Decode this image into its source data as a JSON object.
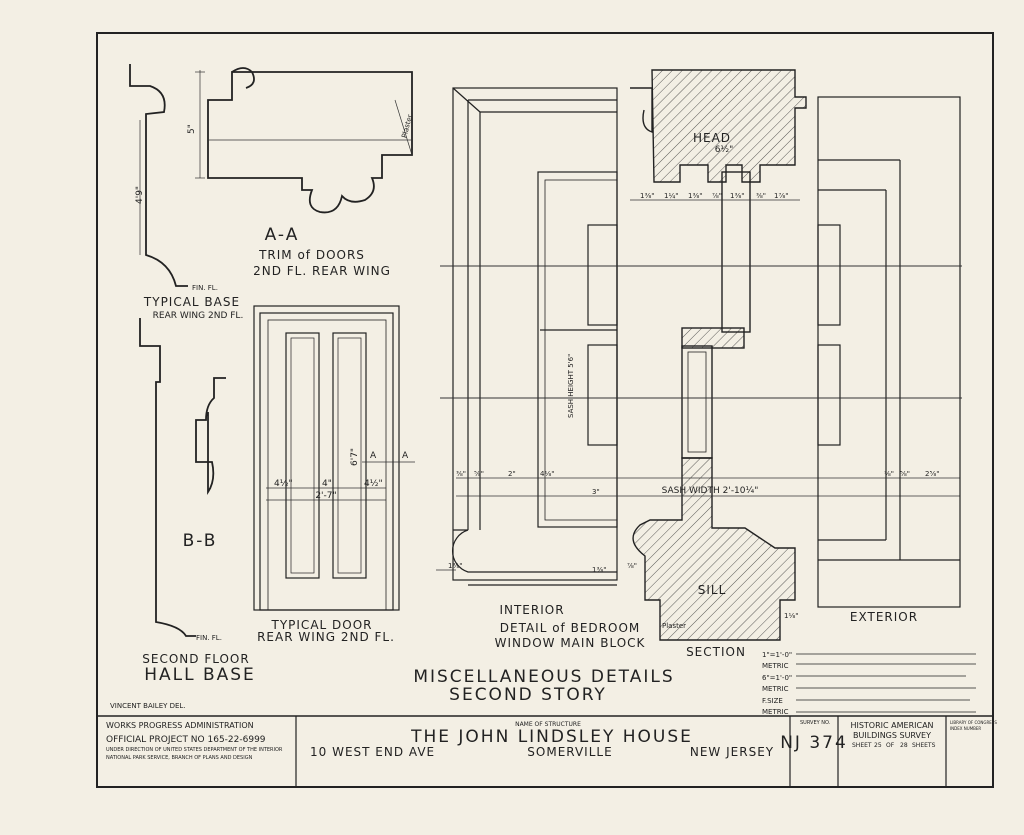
{
  "views": {
    "aa": {
      "title": "A-A",
      "line1": "TRIM of DOORS",
      "line2": "2ND FL. REAR WING"
    },
    "typical_base": {
      "line1": "TYPICAL BASE",
      "line2": "REAR WING 2ND FL."
    },
    "bb": {
      "title": "B-B"
    },
    "hall_base": {
      "line1": "SECOND FLOOR",
      "line2": "HALL BASE"
    },
    "typical_door": {
      "line1": "TYPICAL DOOR",
      "line2": "REAR WING 2ND FL."
    },
    "interior": "INTERIOR",
    "detail": {
      "line1": "DETAIL of BEDROOM",
      "line2": "WINDOW MAIN BLOCK"
    },
    "section": "SECTION",
    "exterior": "EXTERIOR",
    "head": "HEAD",
    "sill": "SILL",
    "plaster": "Plaster",
    "fin_fl": "FIN. FL.",
    "sash_height": "SASH HEIGHT 5'6\"",
    "sash_width": "SASH WIDTH 2'-10¼\""
  },
  "dims": {
    "head_width": "6½\"",
    "door_width": "2'-7\"",
    "door_height": "6'7\"",
    "base_height": "4'9\"",
    "trim": "5\"",
    "stile_l": "4½\"",
    "panel_gap": "4\"",
    "stile_r": "4½\"",
    "head_row": [
      "1⅜\"",
      "1¼\"",
      "1⅜\"",
      "⅞\"",
      "1⅜\"",
      "⅜\"",
      "1⅞\""
    ],
    "int_row": [
      "⅜\"",
      "⅝\"",
      "2\"",
      "4⅛\""
    ],
    "ext_row": [
      "⅜\"",
      "⅝\"",
      "2⅝\""
    ],
    "three": "3\"",
    "sill_dims": [
      "1⅜\"",
      "1⅜\"",
      "⅞\"",
      "1⅛\""
    ]
  },
  "sheet_title": {
    "line1": "MISCELLANEOUS DETAILS",
    "line2": "SECOND STORY"
  },
  "delineator": "VINCENT BAILEY DEL.",
  "title_block": {
    "wpa": "WORKS PROGRESS ADMINISTRATION",
    "project": "OFFICIAL PROJECT NO 165-22-6999",
    "under": "UNDER DIRECTION OF UNITED STATES DEPARTMENT OF THE INTERIOR",
    "nps": "NATIONAL PARK SERVICE, BRANCH OF PLANS AND DESIGN",
    "name_label": "NAME OF STRUCTURE",
    "structure": "THE JOHN LINDSLEY HOUSE",
    "address": "10 WEST END AVE",
    "city": "SOMERVILLE",
    "state": "NEW JERSEY",
    "survey_label": "SURVEY NO.",
    "survey_no": "NJ 374",
    "habs1": "HISTORIC AMERICAN",
    "habs2": "BUILDINGS SURVEY",
    "sheet_prefix": "SHEET",
    "sheet_no": "25",
    "sheet_of": "OF",
    "sheet_total": "28",
    "sheet_suffix": "SHEETS",
    "library": "LIBRARY OF CONGRESS",
    "index": "INDEX NUMBER"
  },
  "scales": [
    {
      "label": "1\"=1'-0\""
    },
    {
      "label": "METRIC"
    },
    {
      "label": "6\"=1'-0\""
    },
    {
      "label": "METRIC"
    },
    {
      "label": "F.SIZE"
    },
    {
      "label": "METRIC"
    }
  ]
}
